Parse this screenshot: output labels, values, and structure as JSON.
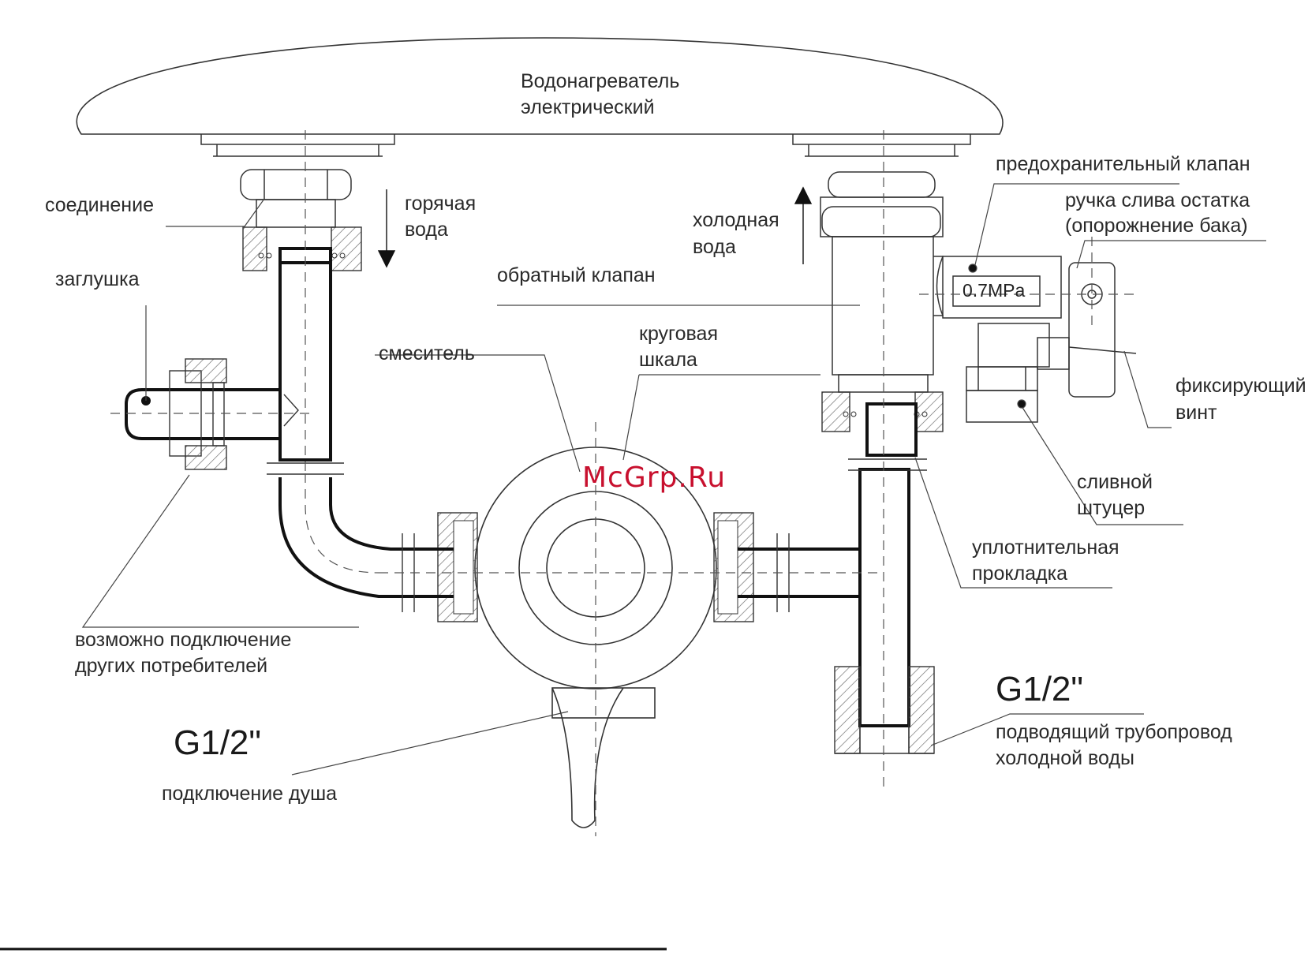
{
  "labels": {
    "heater_line1": "Водонагреватель",
    "heater_line2": "электрический",
    "connection": "соединение",
    "hot_water_line1": "горячая",
    "hot_water_line2": "вода",
    "cold_water_line1": "холодная",
    "cold_water_line2": "вода",
    "safety_valve": "предохранительный клапан",
    "drain_handle_line1": "ручка слива остатка",
    "drain_handle_line2": "(опорожнение бака)",
    "plug": "заглушка",
    "check_valve": "обратный клапан",
    "pressure": "0.7MPa",
    "mixer": "смеситель",
    "dial_line1": "круговая",
    "dial_line2": "шкала",
    "fixing_screw_line1": "фиксирующий",
    "fixing_screw_line2": "винт",
    "drain_fitting_line1": "сливной",
    "drain_fitting_line2": "штуцер",
    "gasket_line1": "уплотнительная",
    "gasket_line2": "прокладка",
    "other_consumers_line1": "возможно подключение",
    "other_consumers_line2": "других потребителей",
    "thread_left": "G1/2\"",
    "shower_connection": "подключение душа",
    "thread_right": "G1/2\"",
    "supply_line1": "подводящий трубопровод",
    "supply_line2": "холодной воды"
  },
  "watermark": "McGrp.Ru",
  "colors": {
    "line": "#1a1a1a",
    "thin": "#555555",
    "watermark": "#c8102e"
  }
}
